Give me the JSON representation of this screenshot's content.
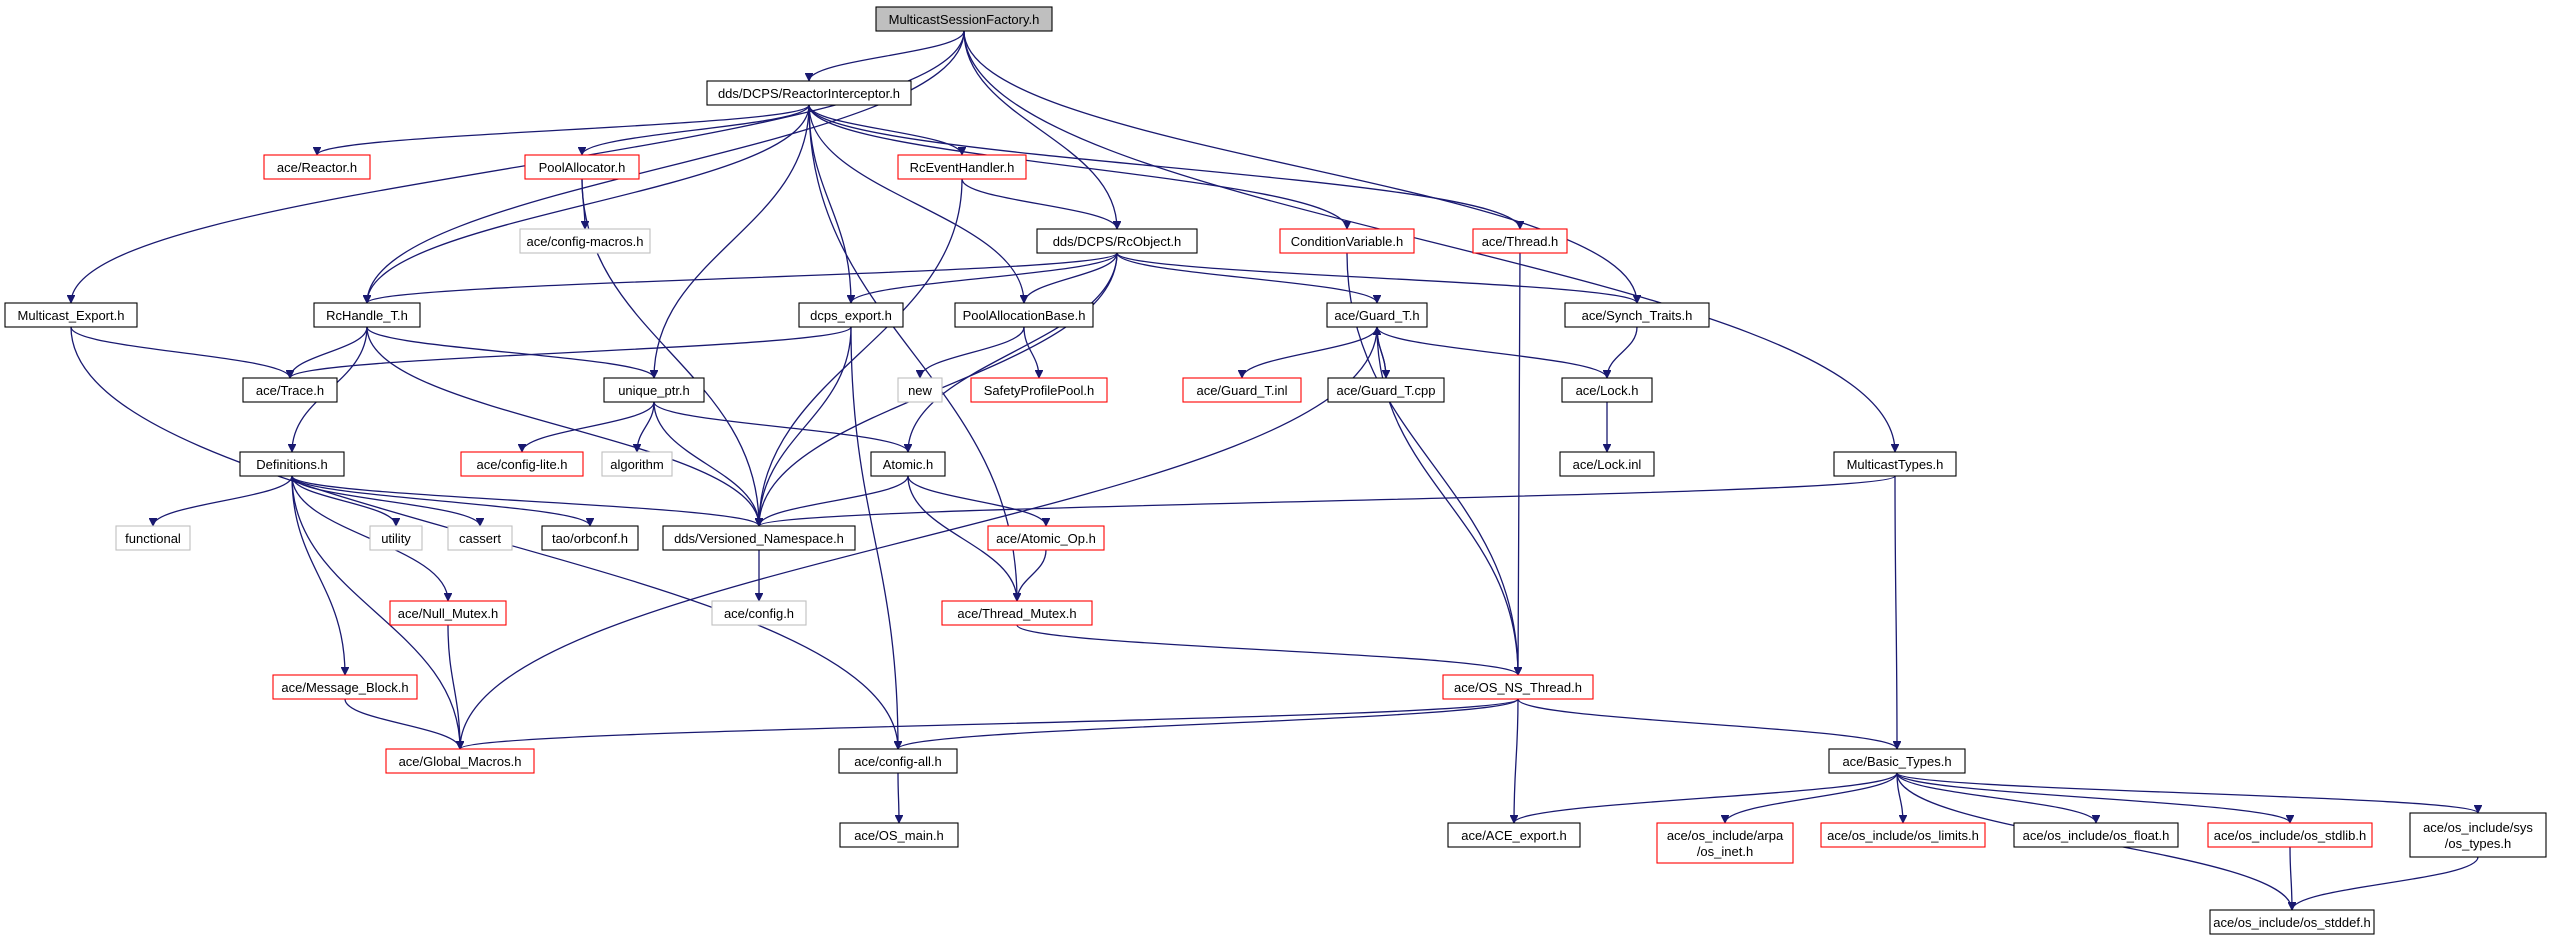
{
  "colors": {
    "edge": "#191970",
    "focus_fill": "#bfbfbf",
    "border_normal": "#000000",
    "border_truncated": "#ff0000",
    "border_external": "#bfbfbf",
    "fill": "#ffffff"
  },
  "nodes": {
    "msf": {
      "label": "MulticastSessionFactory.h",
      "kind": "focus"
    },
    "reactorint": {
      "label": "dds/DCPS/ReactorInterceptor.h",
      "kind": "normal"
    },
    "mexport": {
      "label": "Multicast_Export.h",
      "kind": "normal"
    },
    "acereactor": {
      "label": "ace/Reactor.h",
      "kind": "truncated"
    },
    "poolalloc": {
      "label": "PoolAllocator.h",
      "kind": "truncated"
    },
    "rceh": {
      "label": "RcEventHandler.h",
      "kind": "truncated"
    },
    "condvar": {
      "label": "ConditionVariable.h",
      "kind": "truncated"
    },
    "acethread": {
      "label": "ace/Thread.h",
      "kind": "truncated"
    },
    "cfgmacros": {
      "label": "ace/config-macros.h",
      "kind": "external"
    },
    "rcobject": {
      "label": "dds/DCPS/RcObject.h",
      "kind": "normal"
    },
    "rchandle": {
      "label": "RcHandle_T.h",
      "kind": "normal"
    },
    "dcpsexport": {
      "label": "dcps_export.h",
      "kind": "normal"
    },
    "poolbase": {
      "label": "PoolAllocationBase.h",
      "kind": "normal"
    },
    "guardt": {
      "label": "ace/Guard_T.h",
      "kind": "normal"
    },
    "synch": {
      "label": "ace/Synch_Traits.h",
      "kind": "normal"
    },
    "acetrace": {
      "label": "ace/Trace.h",
      "kind": "normal"
    },
    "uniqueptr": {
      "label": "unique_ptr.h",
      "kind": "normal"
    },
    "new": {
      "label": "new",
      "kind": "external"
    },
    "safety": {
      "label": "SafetyProfilePool.h",
      "kind": "truncated"
    },
    "guardinl": {
      "label": "ace/Guard_T.inl",
      "kind": "truncated"
    },
    "guardcpp": {
      "label": "ace/Guard_T.cpp",
      "kind": "normal"
    },
    "acelock": {
      "label": "ace/Lock.h",
      "kind": "normal"
    },
    "cfglite": {
      "label": "ace/config-lite.h",
      "kind": "truncated"
    },
    "algorithm": {
      "label": "algorithm",
      "kind": "external"
    },
    "atomic": {
      "label": "Atomic.h",
      "kind": "normal"
    },
    "lockinl": {
      "label": "ace/Lock.inl",
      "kind": "normal"
    },
    "mtypes": {
      "label": "MulticastTypes.h",
      "kind": "normal"
    },
    "defs": {
      "label": "Definitions.h",
      "kind": "normal"
    },
    "functional": {
      "label": "functional",
      "kind": "external"
    },
    "utility": {
      "label": "utility",
      "kind": "external"
    },
    "cassert": {
      "label": "cassert",
      "kind": "external"
    },
    "orbconf": {
      "label": "tao/orbconf.h",
      "kind": "normal"
    },
    "versioned": {
      "label": "dds/Versioned_Namespace.h",
      "kind": "normal"
    },
    "atomicop": {
      "label": "ace/Atomic_Op.h",
      "kind": "truncated"
    },
    "nullmutex": {
      "label": "ace/Null_Mutex.h",
      "kind": "truncated"
    },
    "aceconfig": {
      "label": "ace/config.h",
      "kind": "external"
    },
    "threadmutex": {
      "label": "ace/Thread_Mutex.h",
      "kind": "truncated"
    },
    "msgblock": {
      "label": "ace/Message_Block.h",
      "kind": "truncated"
    },
    "osns": {
      "label": "ace/OS_NS_Thread.h",
      "kind": "truncated"
    },
    "globalmac": {
      "label": "ace/Global_Macros.h",
      "kind": "truncated"
    },
    "configall": {
      "label": "ace/config-all.h",
      "kind": "normal"
    },
    "basictypes": {
      "label": "ace/Basic_Types.h",
      "kind": "normal"
    },
    "osmain": {
      "label": "ace/OS_main.h",
      "kind": "normal"
    },
    "aceexport": {
      "label": "ace/ACE_export.h",
      "kind": "normal"
    },
    "osinet": {
      "label": "ace/os_include/arpa\n/os_inet.h",
      "kind": "truncated"
    },
    "oslimits": {
      "label": "ace/os_include/os_limits.h",
      "kind": "truncated"
    },
    "osfloat": {
      "label": "ace/os_include/os_float.h",
      "kind": "normal"
    },
    "osstdlib": {
      "label": "ace/os_include/os_stdlib.h",
      "kind": "truncated"
    },
    "ostypes": {
      "label": "ace/os_include/sys\n/os_types.h",
      "kind": "normal"
    },
    "osstddef": {
      "label": "ace/os_include/os_stddef.h",
      "kind": "normal"
    }
  },
  "edges": [
    [
      "msf",
      "reactorint"
    ],
    [
      "msf",
      "mexport"
    ],
    [
      "msf",
      "rchandle"
    ],
    [
      "msf",
      "rcobject"
    ],
    [
      "msf",
      "synch"
    ],
    [
      "msf",
      "mtypes"
    ],
    [
      "reactorint",
      "acereactor"
    ],
    [
      "reactorint",
      "poolalloc"
    ],
    [
      "reactorint",
      "rceh"
    ],
    [
      "reactorint",
      "condvar"
    ],
    [
      "reactorint",
      "acethread"
    ],
    [
      "reactorint",
      "rchandle"
    ],
    [
      "reactorint",
      "uniqueptr"
    ],
    [
      "reactorint",
      "dcpsexport"
    ],
    [
      "reactorint",
      "poolbase"
    ],
    [
      "reactorint",
      "threadmutex"
    ],
    [
      "poolalloc",
      "cfgmacros"
    ],
    [
      "poolalloc",
      "versioned"
    ],
    [
      "rceh",
      "rcobject"
    ],
    [
      "rceh",
      "versioned"
    ],
    [
      "condvar",
      "osns"
    ],
    [
      "acethread",
      "osns"
    ],
    [
      "rcobject",
      "rchandle"
    ],
    [
      "rcobject",
      "dcpsexport"
    ],
    [
      "rcobject",
      "poolbase"
    ],
    [
      "rcobject",
      "guardt"
    ],
    [
      "rcobject",
      "synch"
    ],
    [
      "rcobject",
      "atomic"
    ],
    [
      "rcobject",
      "versioned"
    ],
    [
      "mexport",
      "acetrace"
    ],
    [
      "mexport",
      "configall"
    ],
    [
      "rchandle",
      "acetrace"
    ],
    [
      "rchandle",
      "uniqueptr"
    ],
    [
      "rchandle",
      "defs"
    ],
    [
      "rchandle",
      "versioned"
    ],
    [
      "dcpsexport",
      "acetrace"
    ],
    [
      "dcpsexport",
      "versioned"
    ],
    [
      "dcpsexport",
      "configall"
    ],
    [
      "poolbase",
      "new"
    ],
    [
      "poolbase",
      "safety"
    ],
    [
      "guardt",
      "guardinl"
    ],
    [
      "guardt",
      "guardcpp"
    ],
    [
      "guardcpp",
      "guardt"
    ],
    [
      "guardt",
      "acelock"
    ],
    [
      "guardt",
      "osns"
    ],
    [
      "guardt",
      "globalmac"
    ],
    [
      "synch",
      "acelock"
    ],
    [
      "acelock",
      "lockinl"
    ],
    [
      "uniqueptr",
      "cfglite"
    ],
    [
      "uniqueptr",
      "algorithm"
    ],
    [
      "uniqueptr",
      "versioned"
    ],
    [
      "uniqueptr",
      "atomic"
    ],
    [
      "atomic",
      "versioned"
    ],
    [
      "atomic",
      "atomicop"
    ],
    [
      "atomic",
      "threadmutex"
    ],
    [
      "atomicop",
      "threadmutex"
    ],
    [
      "mtypes",
      "versioned"
    ],
    [
      "mtypes",
      "basictypes"
    ],
    [
      "defs",
      "functional"
    ],
    [
      "defs",
      "utility"
    ],
    [
      "defs",
      "cassert"
    ],
    [
      "defs",
      "orbconf"
    ],
    [
      "defs",
      "versioned"
    ],
    [
      "defs",
      "nullmutex"
    ],
    [
      "defs",
      "msgblock"
    ],
    [
      "defs",
      "globalmac"
    ],
    [
      "versioned",
      "aceconfig"
    ],
    [
      "nullmutex",
      "globalmac"
    ],
    [
      "msgblock",
      "globalmac"
    ],
    [
      "threadmutex",
      "osns"
    ],
    [
      "osns",
      "globalmac"
    ],
    [
      "osns",
      "configall"
    ],
    [
      "osns",
      "basictypes"
    ],
    [
      "osns",
      "aceexport"
    ],
    [
      "configall",
      "osmain"
    ],
    [
      "basictypes",
      "aceexport"
    ],
    [
      "basictypes",
      "osinet"
    ],
    [
      "basictypes",
      "oslimits"
    ],
    [
      "basictypes",
      "osfloat"
    ],
    [
      "basictypes",
      "osstdlib"
    ],
    [
      "basictypes",
      "ostypes"
    ],
    [
      "basictypes",
      "osstddef"
    ],
    [
      "osstdlib",
      "osstddef"
    ],
    [
      "ostypes",
      "osstddef"
    ]
  ]
}
